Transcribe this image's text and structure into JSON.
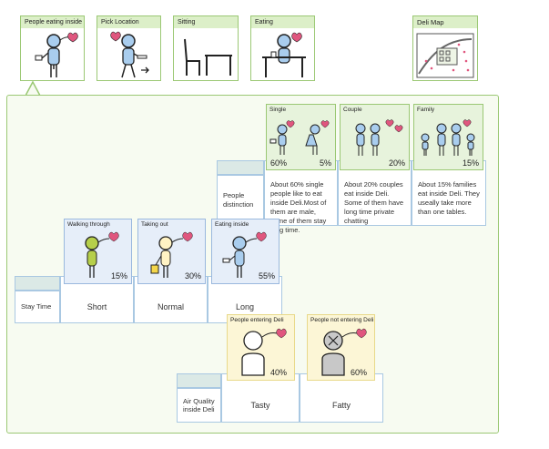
{
  "top_tiles": [
    {
      "label": "People eating inside"
    },
    {
      "label": "Pick Location"
    },
    {
      "label": "Sitting"
    },
    {
      "label": "Eating"
    },
    {
      "label": "Deli Map"
    }
  ],
  "upper_table": {
    "row_label": "People distinction",
    "cards": [
      {
        "title": "Single",
        "pct_left": "60%",
        "pct_right": "5%",
        "text": "About 60% single people like to eat inside Deli.Most of them are male, some of them stay long time."
      },
      {
        "title": "Couple",
        "pct": "20%",
        "text": "About 20% couples eat inside Deli. Some of them have long time private chatting"
      },
      {
        "title": "Family",
        "pct": "15%",
        "text": "About 15% families eat inside Deli. They useally take more than one tables."
      }
    ]
  },
  "middle_table": {
    "row_label": "Stay Time",
    "cards": [
      {
        "title": "Walking through",
        "pct": "15%",
        "col": "Short"
      },
      {
        "title": "Taking out",
        "pct": "30%",
        "col": "Normal"
      },
      {
        "title": "Eating inside",
        "pct": "55%",
        "col": "Long"
      }
    ]
  },
  "lower_table": {
    "row_label": "Air Quality inside Deli",
    "cards": [
      {
        "title": "People entering Deli",
        "pct": "40%",
        "col": "Tasty"
      },
      {
        "title": "People not entering Deli",
        "pct": "60%",
        "col": "Fatty"
      }
    ]
  },
  "colors": {
    "accent_green": "#9bc874",
    "heart": "#e0567e",
    "figure_blue": "#a9cdee",
    "figure_green": "#b6cf4a",
    "figure_yellow": "#fff3c4"
  }
}
